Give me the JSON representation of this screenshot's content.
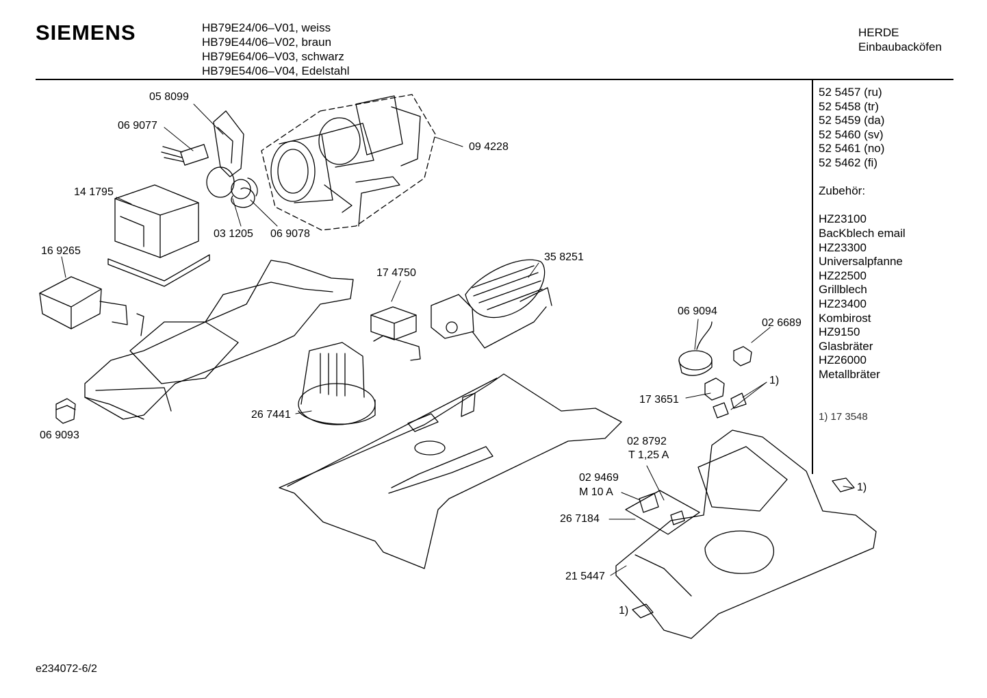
{
  "header": {
    "brand": "SIEMENS",
    "models": [
      "HB79E24/06–V01, weiss",
      "HB79E44/06–V02, braun",
      "HB79E64/06–V03, schwarz",
      "HB79E54/06–V04, Edelstahl"
    ],
    "category": "HERDE",
    "subcategory": "Einbaubacköfen"
  },
  "sidebar": {
    "docs": [
      "52 5457 (ru)",
      "52 5458 (tr)",
      "52 5459 (da)",
      "52 5460 (sv)",
      "52 5461 (no)",
      "52 5462 (fi)"
    ],
    "accessories_heading": "Zubehör:",
    "accessories": [
      "HZ23100",
      "BacKblech email",
      "HZ23300",
      "Universalpfanne",
      "HZ22500",
      "Grillblech",
      "HZ23400",
      "Kombirost",
      "HZ9150",
      "Glasbräter",
      "HZ26000",
      "Metallbräter"
    ],
    "footnote": "1) 17 3548"
  },
  "labels": {
    "p058099": "05 8099",
    "p069077": "06 9077",
    "p094228": "09 4228",
    "p141795": "14 1795",
    "p031205": "03 1205",
    "p069078": "06 9078",
    "p169265": "16 9265",
    "p358251": "35 8251",
    "p174750": "17 4750",
    "p069094": "06 9094",
    "p026689": "02 6689",
    "p173651": "17 3651",
    "fn1a": "1)",
    "p069093": "06 9093",
    "p267441": "26 7441",
    "p028792": "02 8792",
    "t125a": "T 1,25 A",
    "fn1b": "1)",
    "p029469": "02 9469",
    "m10a": "M 10 A",
    "p267184": "26 7184",
    "p215447": "21 5447",
    "fn1c": "1)"
  },
  "footer": {
    "code": "e234072-6/2"
  }
}
